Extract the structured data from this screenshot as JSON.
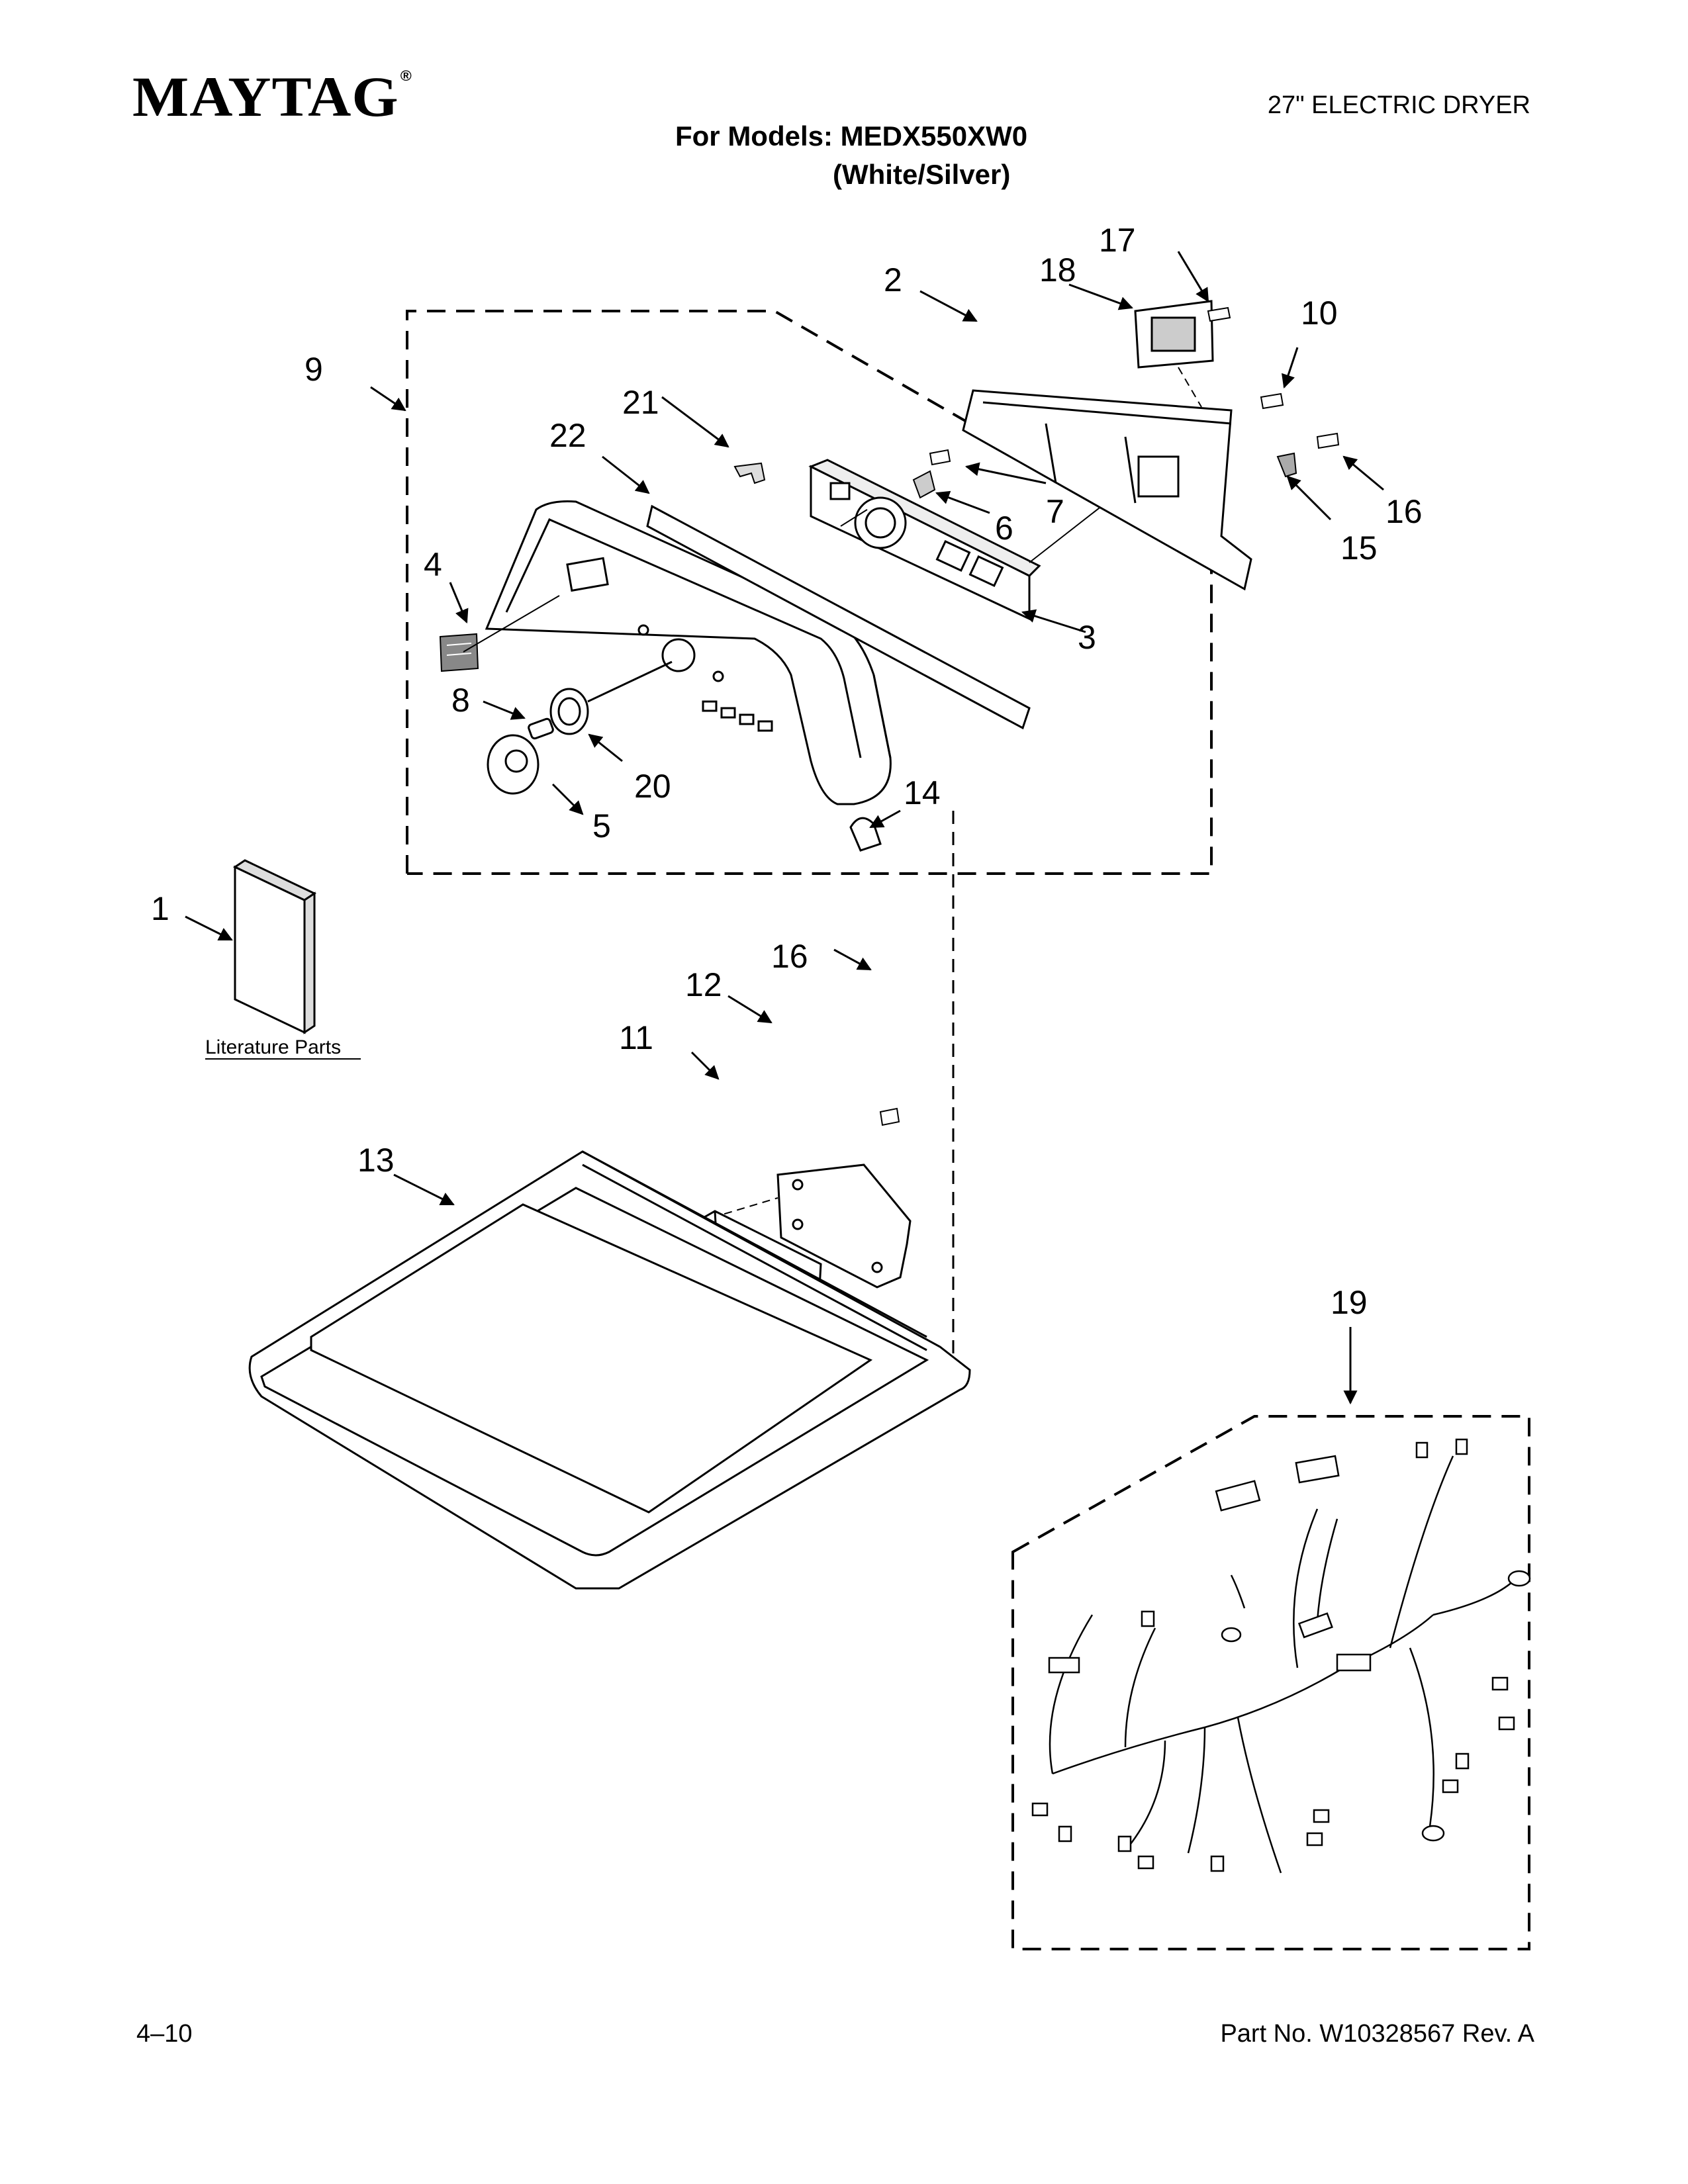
{
  "header": {
    "brand": "MAYTAG",
    "brand_mark": "®",
    "doc_type": "27\" ELECTRIC DRYER",
    "models_line": "For Models: MEDX550XW0",
    "variant_line": "(White/Silver)"
  },
  "footer": {
    "page": "4–10",
    "part_number": "Part No. W10328567 Rev. A"
  },
  "literature_label": "Literature Parts",
  "callouts": {
    "c1": "1",
    "c2": "2",
    "c3": "3",
    "c4": "4",
    "c5": "5",
    "c6": "6",
    "c7": "7",
    "c8": "8",
    "c9": "9",
    "c10": "10",
    "c11": "11",
    "c12": "12",
    "c13": "13",
    "c14": "14",
    "c15": "15",
    "c16a": "16",
    "c16b": "16",
    "c17": "17",
    "c18": "18",
    "c19": "19",
    "c20": "20",
    "c21": "21",
    "c22": "22"
  }
}
